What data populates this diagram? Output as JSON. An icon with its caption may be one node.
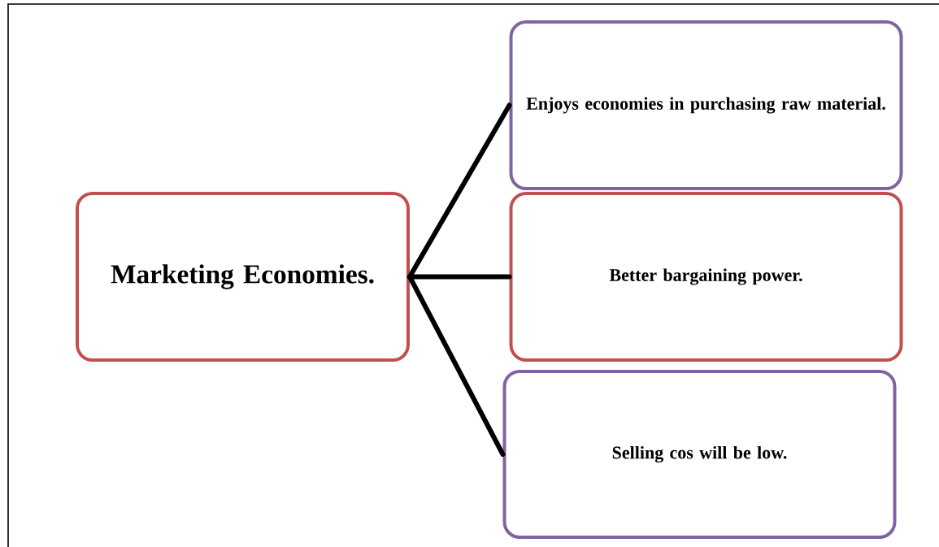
{
  "diagram": {
    "nodes": [
      {
        "text": [
          "Marketing Economies."
        ]
      },
      {
        "text": [
          "Enjoys economies in purchasing raw material."
        ]
      },
      {
        "text": [
          "Better bargaining power."
        ]
      },
      {
        "text": [
          "Selling cos will be low."
        ]
      }
    ],
    "edges": [
      {
        "from": 0,
        "to": 1,
        "arrow": "none"
      },
      {
        "from": 0,
        "to": 2,
        "arrow": "none"
      },
      {
        "from": 0,
        "to": 3,
        "arrow": "none"
      }
    ]
  }
}
